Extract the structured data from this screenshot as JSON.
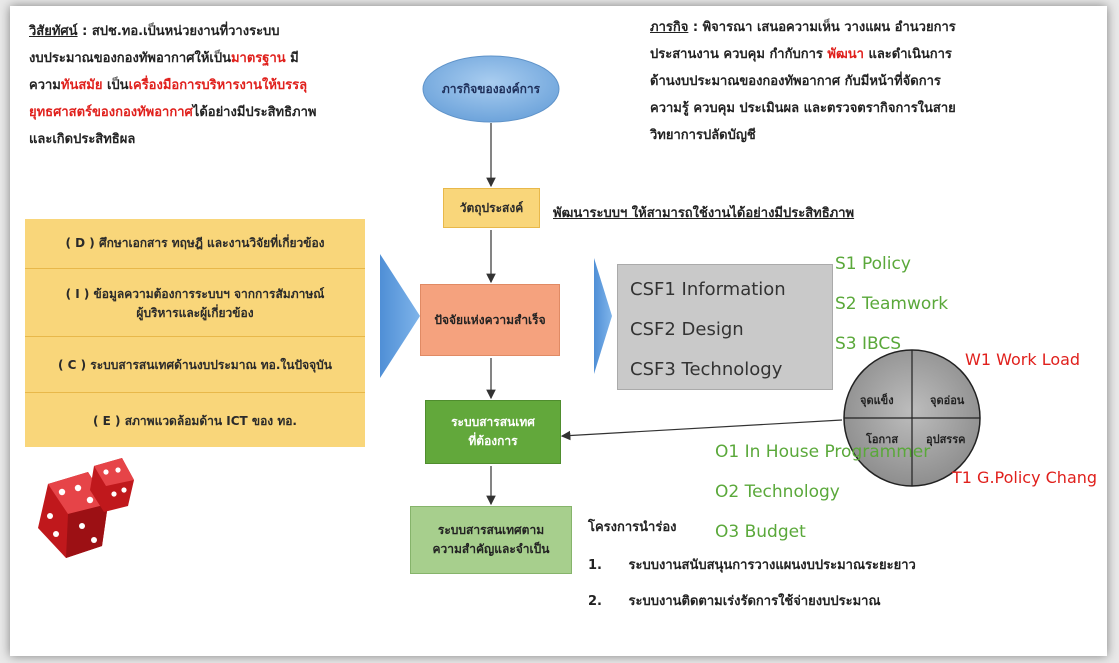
{
  "vision": {
    "label": "วิสัยทัศน์",
    "line1": " : สปช.ทอ.เป็นหน่วยงานที่วางระบบ",
    "line2a": "งบประมาณของกองทัพอากาศให้เป็น",
    "line2b": "มาตรฐาน",
    "line2c": "  มี",
    "line3a": "ความ",
    "line3b": "ทันสมัย",
    "line3c": " เป็น",
    "line3d": "เครื่องมือการบริหารงานให้บรรลุ",
    "line4a": "ยุทธศาสตร์ของกองทัพอากาศ",
    "line4b": "ได้อย่างมีประสิทธิภาพ",
    "line5": "และเกิดประสิทธิผล"
  },
  "mission": {
    "label": "ภารกิจ",
    "line1": " : พิจารณา เสนอความเห็น วางแผน อำนวยการ",
    "line2a": "ประสานงาน ควบคุม กำกับการ ",
    "line2b": "พัฒนา",
    "line2c": " และดำเนินการ",
    "line3": "ด้านงบประมาณของกองทัพอากาศ  กับมีหน้าที่จัดการ",
    "line4": "ความรู้ ควบคุม ประเมินผล และตรวจตรากิจการในสาย",
    "line5": "วิทยาการปลัดบัญชี"
  },
  "flow": {
    "mission_oval": "ภารกิจขององค์การ",
    "objective": "วัตถุประสงค์",
    "objective_desc": "พัฒนาระบบฯ ให้สามารถใช้งานได้อย่างมีประสิทธิภาพ",
    "csf_box": "ปัจจัยแห่งความสำเร็จ",
    "required_is_1": "ระบบสารสนเทศ",
    "required_is_2": "ที่ต้องการ",
    "priority_is_1": "ระบบสารสนเทศตาม",
    "priority_is_2": "ความสำคัญและจำเป็น"
  },
  "inputs": [
    {
      "label": "( D ) ศึกษาเอกสาร ทฤษฎี และงานวิจัยที่เกี่ยวข้อง"
    },
    {
      "label": "( I ) ข้อมูลความต้องการระบบฯ จากการสัมภาษณ์",
      "label2": "ผู้บริหารและผู้เกี่ยวข้อง"
    },
    {
      "label": "( C ) ระบบสารสนเทศด้านงบประมาณ ทอ.ในปัจจุบัน"
    },
    {
      "label": "( E ) สภาพแวดล้อมด้าน ICT ของ ทอ."
    }
  ],
  "csf_list": [
    "CSF1 Information",
    "CSF2 Design",
    "CSF3 Technology"
  ],
  "strengths": [
    "S1 Policy",
    "S2 Teamwork",
    "S3 IBCS"
  ],
  "opportunities": [
    "O1 In House Programmer",
    "O2 Technology",
    "O3 Budget"
  ],
  "weakness": "W1 Work Load",
  "threat": "T1 G.Policy Chang",
  "swot": {
    "s": "จุดแข็ง",
    "w": "จุดอ่อน",
    "o": "โอกาส",
    "t": "อุปสรรค"
  },
  "pilot": {
    "title": "โครงการนำร่อง",
    "items": [
      {
        "num": "1.",
        "text": "ระบบงานสนับสนุนการวางแผนงบประมาณระยะยาว"
      },
      {
        "num": "2.",
        "text": "ระบบงานติดตามเร่งรัดการใช้จ่ายงบประมาณ"
      }
    ]
  },
  "colors": {
    "accent_red": "#e0201c",
    "green": "#5aa83a",
    "yellow_box": "#f9d67a",
    "blue_oval": "#7fb0e0",
    "salmon": "#f5a27e"
  }
}
